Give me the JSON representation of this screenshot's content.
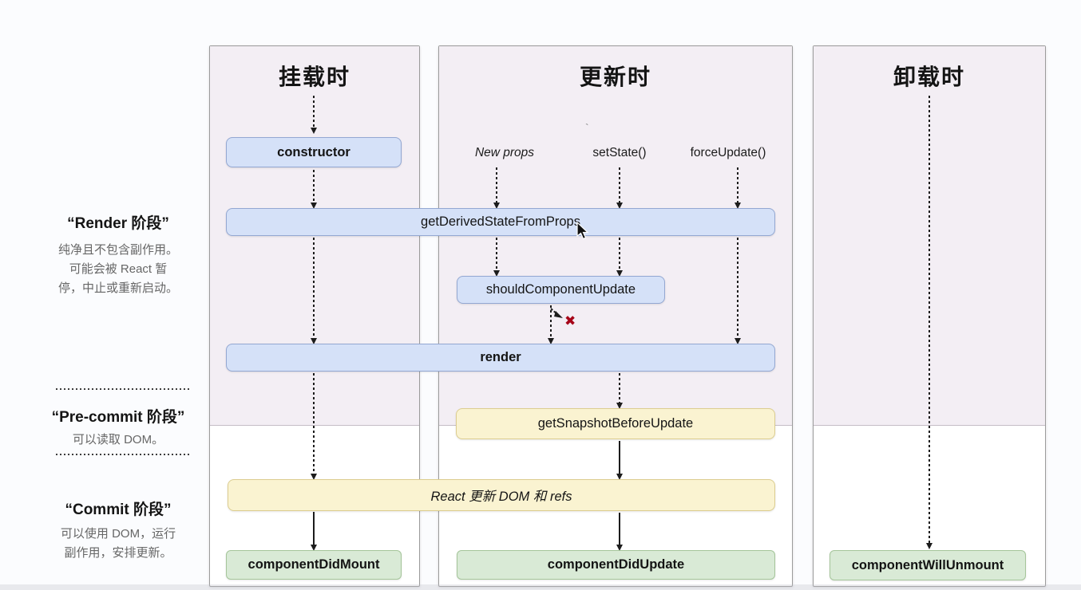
{
  "diagram_title": "React lifecycle methods diagram (Chinese)",
  "columns": [
    {
      "title": "挂载时"
    },
    {
      "title": "更新时",
      "triggers": [
        "New props",
        "setState()",
        "forceUpdate()"
      ]
    },
    {
      "title": "卸载时"
    }
  ],
  "boxes": {
    "constructor": "constructor",
    "get_derived_state": "getDerivedStateFromProps",
    "should_component_update": "shouldComponentUpdate",
    "render": "render",
    "get_snapshot": "getSnapshotBeforeUpdate",
    "react_updates_dom": "React 更新 DOM 和 refs",
    "component_did_mount": "componentDidMount",
    "component_did_update": "componentDidUpdate",
    "component_will_unmount": "componentWillUnmount"
  },
  "sidebar": {
    "sections": [
      {
        "title": "“Render 阶段”",
        "lines": [
          "纯净且不包含副作用。",
          "可能会被 React 暂",
          "停，中止或重新启动。"
        ]
      },
      {
        "title": "“Pre-commit 阶段”",
        "lines": [
          "可以读取 DOM。"
        ]
      },
      {
        "title": "“Commit 阶段”",
        "lines": [
          "可以使用 DOM，运行",
          "副作用，安排更新。"
        ]
      }
    ]
  },
  "marks": {
    "reject_x": "✖",
    "stray": "`"
  },
  "colors": {
    "panel_pink": "#f3eef4",
    "box_blue_fill": "#d5e1f8",
    "box_blue_border": "#93a7d2",
    "box_yellow_fill": "#faf3d1",
    "box_yellow_border": "#dccd8f",
    "box_green_fill": "#d9ead6",
    "box_green_border": "#a5c59a",
    "reject_red": "#a60418",
    "page_bg": "#fbfcfe"
  }
}
